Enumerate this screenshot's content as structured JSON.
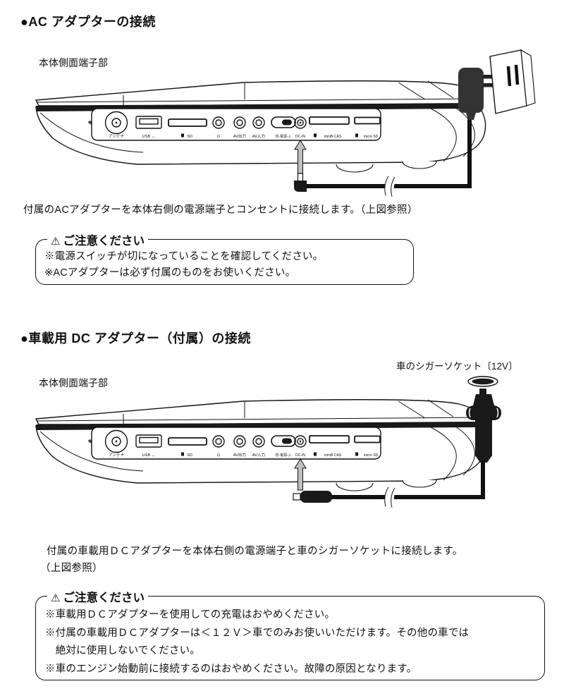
{
  "colors": {
    "ink": "#1a1a1a",
    "adapter_fill": "#333333"
  },
  "sections": {
    "ac": {
      "heading": "●AC アダプターの接続",
      "side_panel_label": "本体側面端子部",
      "body": "付属のACアダプターを本体右側の電源端子とコンセントに接続します。（上図参照）",
      "caution": {
        "icon": "⚠",
        "title": "ご注意ください",
        "lines": [
          "※電源スイッチが切になっていることを確認してください。",
          "※ACアダプターは必ず付属のものをお使いください。"
        ]
      }
    },
    "dc": {
      "heading": "●車載用 DC アダプター（付属）の接続",
      "side_panel_label": "本体側面端子部",
      "cigarette_socket_label": "車のシガーソケット〔12V〕",
      "body_line1": "付属の車載用ＤＣアダプターを本体右側の電源端子と車のシガーソケットに接続します。",
      "body_line2": "（上図参照）",
      "caution": {
        "icon": "⚠",
        "title": "ご注意ください",
        "lines": [
          "※車載用ＤＣアダプターを使用しての充電はおやめください。",
          "※付属の車載用ＤＣアダプターは＜１２Ｖ＞車でのみお使いいただけます。その他の車では",
          "　絶対に使用しないでください。",
          "※車のエンジン始動前に接続するのはおやめください。故障の原因となります。"
        ]
      }
    }
  },
  "device_ports": [
    {
      "name": "antenna",
      "label": "アンテナ"
    },
    {
      "name": "usb",
      "label": "USB ↔"
    },
    {
      "name": "sd",
      "label": "SD"
    },
    {
      "name": "headphone",
      "label": "Ω"
    },
    {
      "name": "av-out",
      "label": "AV出力"
    },
    {
      "name": "av-in",
      "label": "AV入力"
    },
    {
      "name": "power-switch",
      "label": "切-電源-入"
    },
    {
      "name": "dc-in",
      "label": "DC-IN"
    },
    {
      "name": "minib-cas",
      "label": "miniB-CAS"
    },
    {
      "name": "micro-sd",
      "label": "micro SD"
    }
  ]
}
